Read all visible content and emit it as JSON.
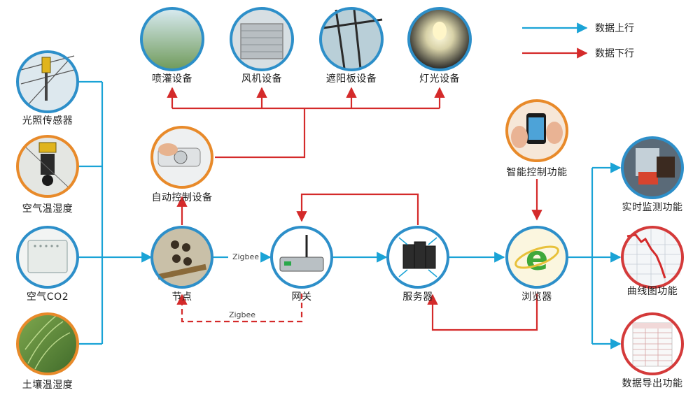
{
  "legend": {
    "uplink": "数据上行",
    "downlink": "数据下行",
    "uplink_color": "#1aa3d6",
    "downlink_color": "#d42a2a"
  },
  "nodes": {
    "spray": "喷灌设备",
    "fan": "风机设备",
    "shade": "遮阳板设备",
    "light": "灯光设备",
    "light_sensor": "光照传感器",
    "air_temp_humidity": "空气温湿度",
    "air_co2": "空气CO2",
    "soil_temp_humidity": "土壤温湿度",
    "auto_control": "自动控制设备",
    "node": "节点",
    "gateway": "网关",
    "server": "服务器",
    "browser": "浏览器",
    "smart_control": "智能控制功能",
    "realtime": "实时监测功能",
    "curve": "曲线图功能",
    "export": "数据导出功能"
  },
  "edges": {
    "zigbee_up": "Zigbee",
    "zigbee_down": "Zigbee"
  },
  "colors": {
    "circle_ring_blue": "#2d8fc9",
    "circle_ring_orange": "#e88a2a",
    "circle_ring_red": "#d43a3a"
  }
}
